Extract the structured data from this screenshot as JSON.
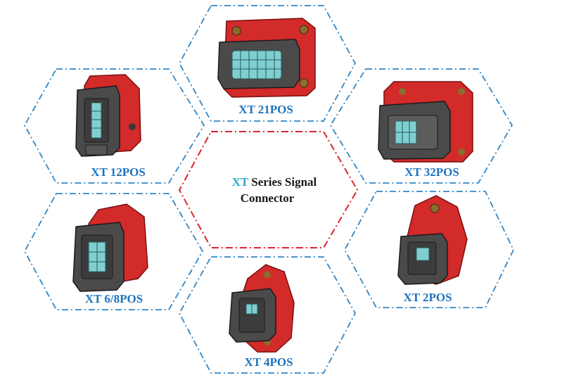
{
  "center": {
    "accent": "XT",
    "line1_rest": " Series Signal",
    "line2": "Connector"
  },
  "connectors": [
    {
      "id": "21pos",
      "label": "XT 21POS"
    },
    {
      "id": "12pos",
      "label": "XT 12POS"
    },
    {
      "id": "32pos",
      "label": "XT 32POS"
    },
    {
      "id": "68pos",
      "label": "XT 6/8POS"
    },
    {
      "id": "2pos",
      "label": "XT 2POS"
    },
    {
      "id": "4pos",
      "label": "XT 4POS"
    }
  ],
  "colors": {
    "hex_border": "#2f86c6",
    "center_border": "#d8262e",
    "label": "#1e73be",
    "accent": "#2aa8c9",
    "flange": "#d32a2a",
    "housing": "#4a4a4a",
    "contacts": "#7fcfd0"
  }
}
